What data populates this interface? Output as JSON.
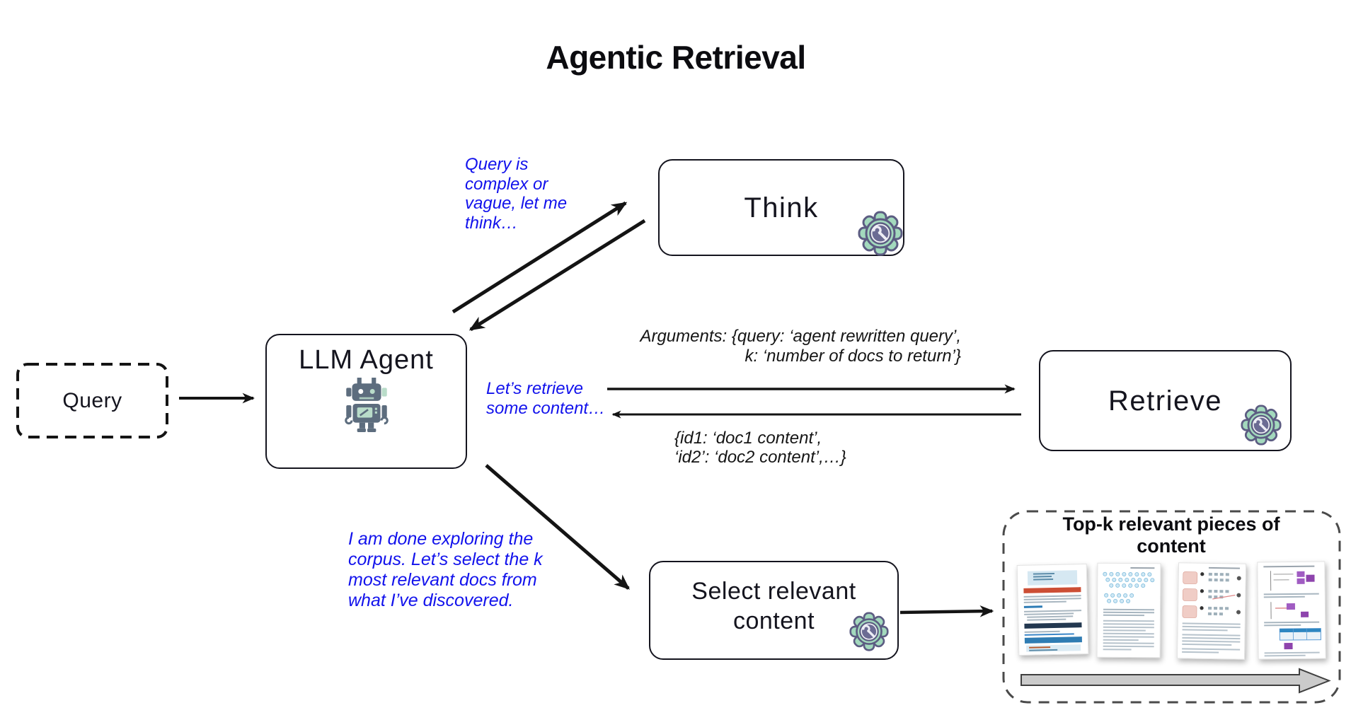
{
  "diagram": {
    "title": "Agentic Retrieval"
  },
  "nodes": {
    "query": {
      "label": "Query"
    },
    "llm_agent": {
      "label": "LLM Agent"
    },
    "think": {
      "label": "Think"
    },
    "retrieve": {
      "label": "Retrieve"
    },
    "select": {
      "label": "Select relevant content"
    }
  },
  "annotations": {
    "think_reason": "Query is\ncomplex or\nvague, let me\nthink…",
    "retrieve_reason": "Let’s retrieve\nsome content…",
    "select_reason": "I am done exploring the\ncorpus. Let’s select the k\nmost relevant docs from\nwhat I’ve discovered."
  },
  "messages": {
    "retrieve_arguments": "Arguments: {query: ‘agent rewritten query’,\nk: ‘number of docs to return’}",
    "retrieve_response": "{id1: ‘doc1 content’,\n‘id2’: ‘doc2 content’,…}"
  },
  "output": {
    "title": "Top-k relevant pieces of\ncontent"
  },
  "colors": {
    "annotation_blue": "#1212ec",
    "box_border": "#14141e",
    "gear_green": "#a3d9bd",
    "gear_outline": "#5c5c82",
    "gear_core": "#6b6b93",
    "robot_slate": "#5d6d7e",
    "robot_mint": "#b9dcc9",
    "dashed_border": "#4a4a4a",
    "gray_arrow_fill": "#cbcbcb"
  }
}
